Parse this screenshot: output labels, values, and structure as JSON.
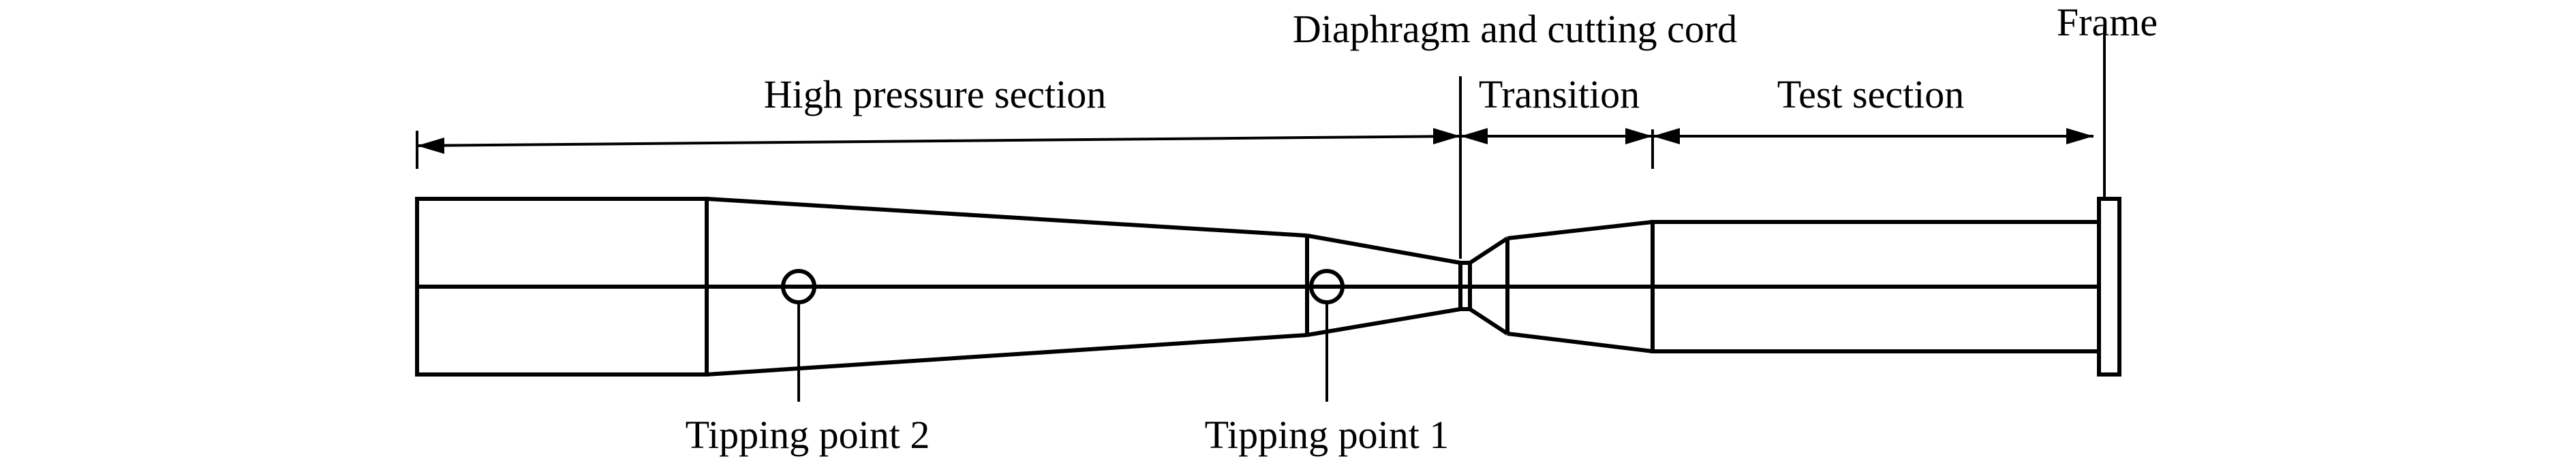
{
  "labels": {
    "high_pressure_section": "High pressure section",
    "diaphragm_and_cutting_cord": "Diaphragm and cutting cord",
    "transition": "Transition",
    "test_section": "Test section",
    "frame": "Frame",
    "tipping_point_2": "Tipping point 2",
    "tipping_point_1": "Tipping point 1"
  }
}
